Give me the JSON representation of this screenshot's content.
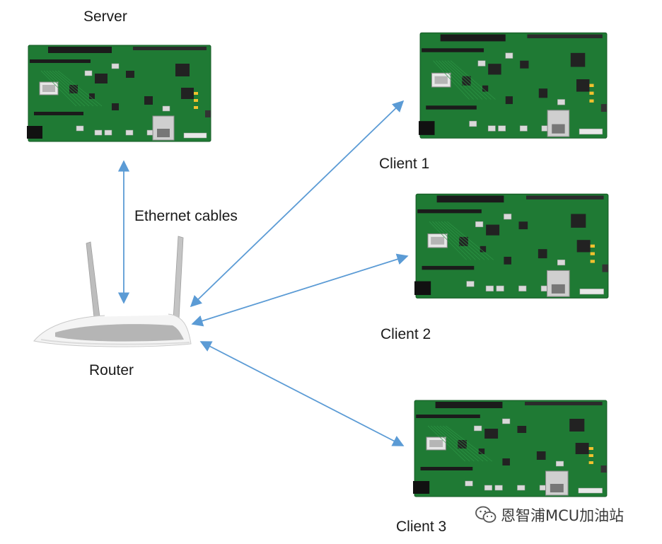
{
  "nodes": {
    "server": {
      "label": "Server"
    },
    "router": {
      "label": "Router"
    },
    "client1": {
      "label": "Client 1"
    },
    "client2": {
      "label": "Client 2"
    },
    "client3": {
      "label": "Client 3"
    }
  },
  "edge_label": "Ethernet cables",
  "watermark": {
    "text": "恩智浦MCU加油站",
    "icon": "wechat-icon"
  },
  "colors": {
    "arrow": "#5b9bd5",
    "board_green": "#1f7a34",
    "router_white": "#f2f2f2",
    "router_gray": "#b9b9b9"
  }
}
